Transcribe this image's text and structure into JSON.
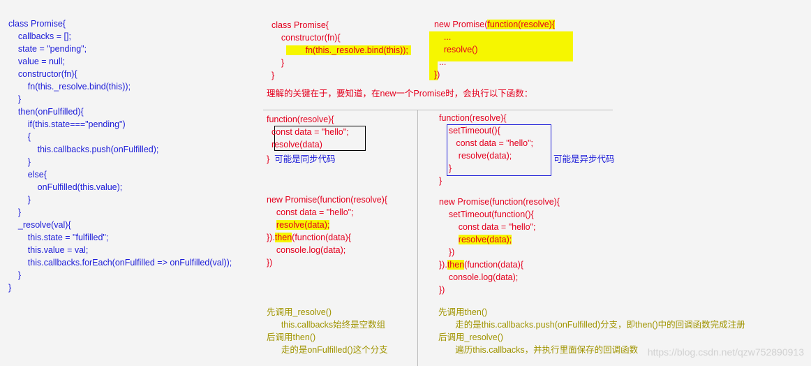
{
  "colors": {
    "code_left": "#1c1cd8",
    "code_red": "#e4001e",
    "notes": "#a09400",
    "highlight": "#f6f600"
  },
  "left_code": [
    "class Promise{",
    "    callbacks = [];",
    "    state = \"pending\";",
    "    value = null;",
    "    constructor(fn){",
    "        fn(this._resolve.bind(this));",
    "    }",
    "    then(onFulfilled){",
    "        if(this.state===\"pending\")",
    "        {",
    "            this.callbacks.push(onFulfilled);",
    "        }",
    "        else{",
    "            onFulfilled(this.value);",
    "        }",
    "    }",
    "    _resolve(val){",
    "        this.state = \"fulfilled\";",
    "        this.value = val;",
    "        this.callbacks.forEach(onFulfilled => onFulfilled(val));",
    "    }",
    "}"
  ],
  "mid_top": [
    "class Promise{",
    "    constructor(fn){",
    "        fn(this._resolve.bind(this));",
    "    }",
    "}"
  ],
  "right_top": {
    "l0a": "new Promise(",
    "l0b": "function(resolve){",
    "l1": "    ...",
    "l2": "    resolve()",
    "l3": "  ...",
    "l4": "})"
  },
  "key_note": "理解的关键在于，要知道，在new一个Promise时，会执行以下函数：",
  "sync": {
    "head": "function(resolve){",
    "box": [
      "  const data = \"hello\";",
      "  resolve(data)"
    ],
    "end": "}",
    "label": "可能是同步代码"
  },
  "sync_example": {
    "l0": "new Promise(function(resolve){",
    "l1": "    const data = \"hello\";",
    "l2": "resolve(data);",
    "l3a": "}).",
    "l3b": "then",
    "l3c": "(function(data){",
    "l4": "    console.log(data);",
    "l5": "})"
  },
  "sync_notes": [
    "先调用_resolve()",
    "      this.callbacks始终是空数组",
    "后调用then()",
    "      走的是onFulfilled()这个分支"
  ],
  "async": {
    "head": "function(resolve){",
    "box": [
      "setTimeout(){",
      "   const data = \"hello\";",
      "    resolve(data);",
      "}"
    ],
    "end": "}",
    "label": "可能是异步代码"
  },
  "async_example": {
    "l0": "new Promise(function(resolve){",
    "l1": "    setTimeout(function(){",
    "l2": "        const data = \"hello\";",
    "l3": "resolve(data);",
    "l4": "    })",
    "l5a": "}).",
    "l5b": "then",
    "l5c": "(function(data){",
    "l6": "    console.log(data);",
    "l7": "})"
  },
  "async_notes": [
    "先调用then()",
    "       走的是this.callbacks.push(onFulfilled)分支，即then()中的回调函数完成注册",
    "后调用_resolve()",
    "       遍历this.callbacks，并执行里面保存的回调函数"
  ],
  "watermark": "https://blog.csdn.net/qzw752890913"
}
